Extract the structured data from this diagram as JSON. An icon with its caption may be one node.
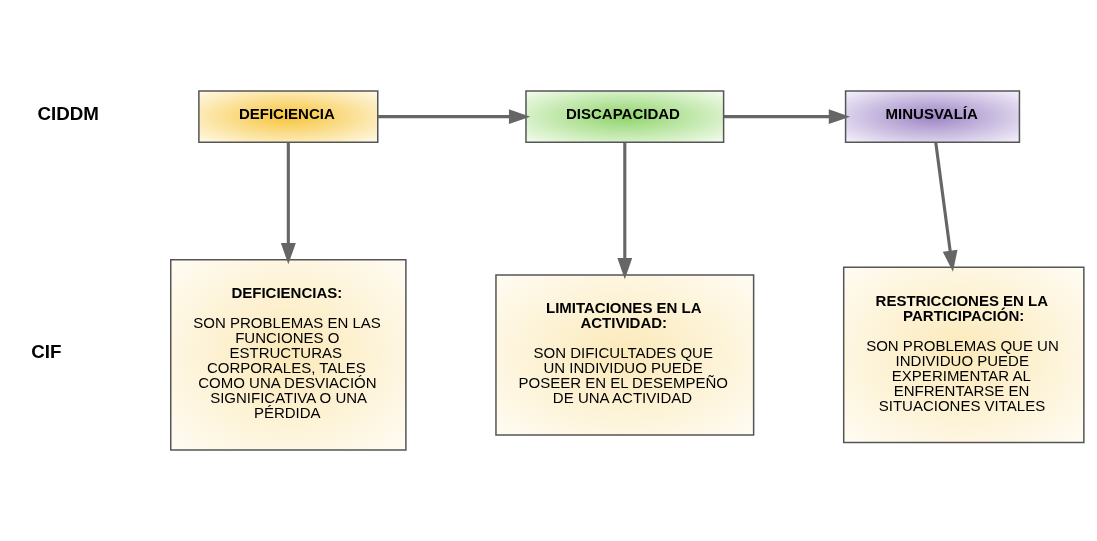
{
  "diagram": {
    "nodes": [
      {
        "text": [
          "DEFICIENCIA"
        ]
      },
      {
        "text": [
          "DISCAPACIDAD"
        ]
      },
      {
        "text": [
          "MINUSVALÍA"
        ]
      },
      {
        "text": [
          "DEFICIENCIAS:",
          "SON PROBLEMAS EN LAS FUNCIONES O ESTRUCTURAS CORPORALES, TALES COMO UNA DESVIACIÓN SIGNIFICATIVA O UNA PÉRDIDA"
        ]
      },
      {
        "text": [
          "LIMITACIONES EN LA ACTIVIDAD:",
          "SON DIFICULTADES QUE UN INDIVIDUO PUEDE POSEER EN EL DESEMPEÑO DE UNA ACTIVIDAD"
        ]
      },
      {
        "text": [
          "RESTRICCIONES EN LA PARTICIPACIÓN:",
          "SON PROBLEMAS QUE UN INDIVIDUO PUEDE EXPERIMENTAR AL ENFRENTARSE EN SITUACIONES VITALES"
        ]
      }
    ],
    "edges": [
      {
        "from": 0,
        "to": 1,
        "arrow": "to"
      },
      {
        "from": 1,
        "to": 2,
        "arrow": "to"
      },
      {
        "from": 0,
        "to": 3,
        "arrow": "to"
      },
      {
        "from": 1,
        "to": 4,
        "arrow": "to"
      },
      {
        "from": 2,
        "to": 5,
        "arrow": "to"
      }
    ],
    "labels": [
      "CIDDM",
      "CIF"
    ]
  }
}
